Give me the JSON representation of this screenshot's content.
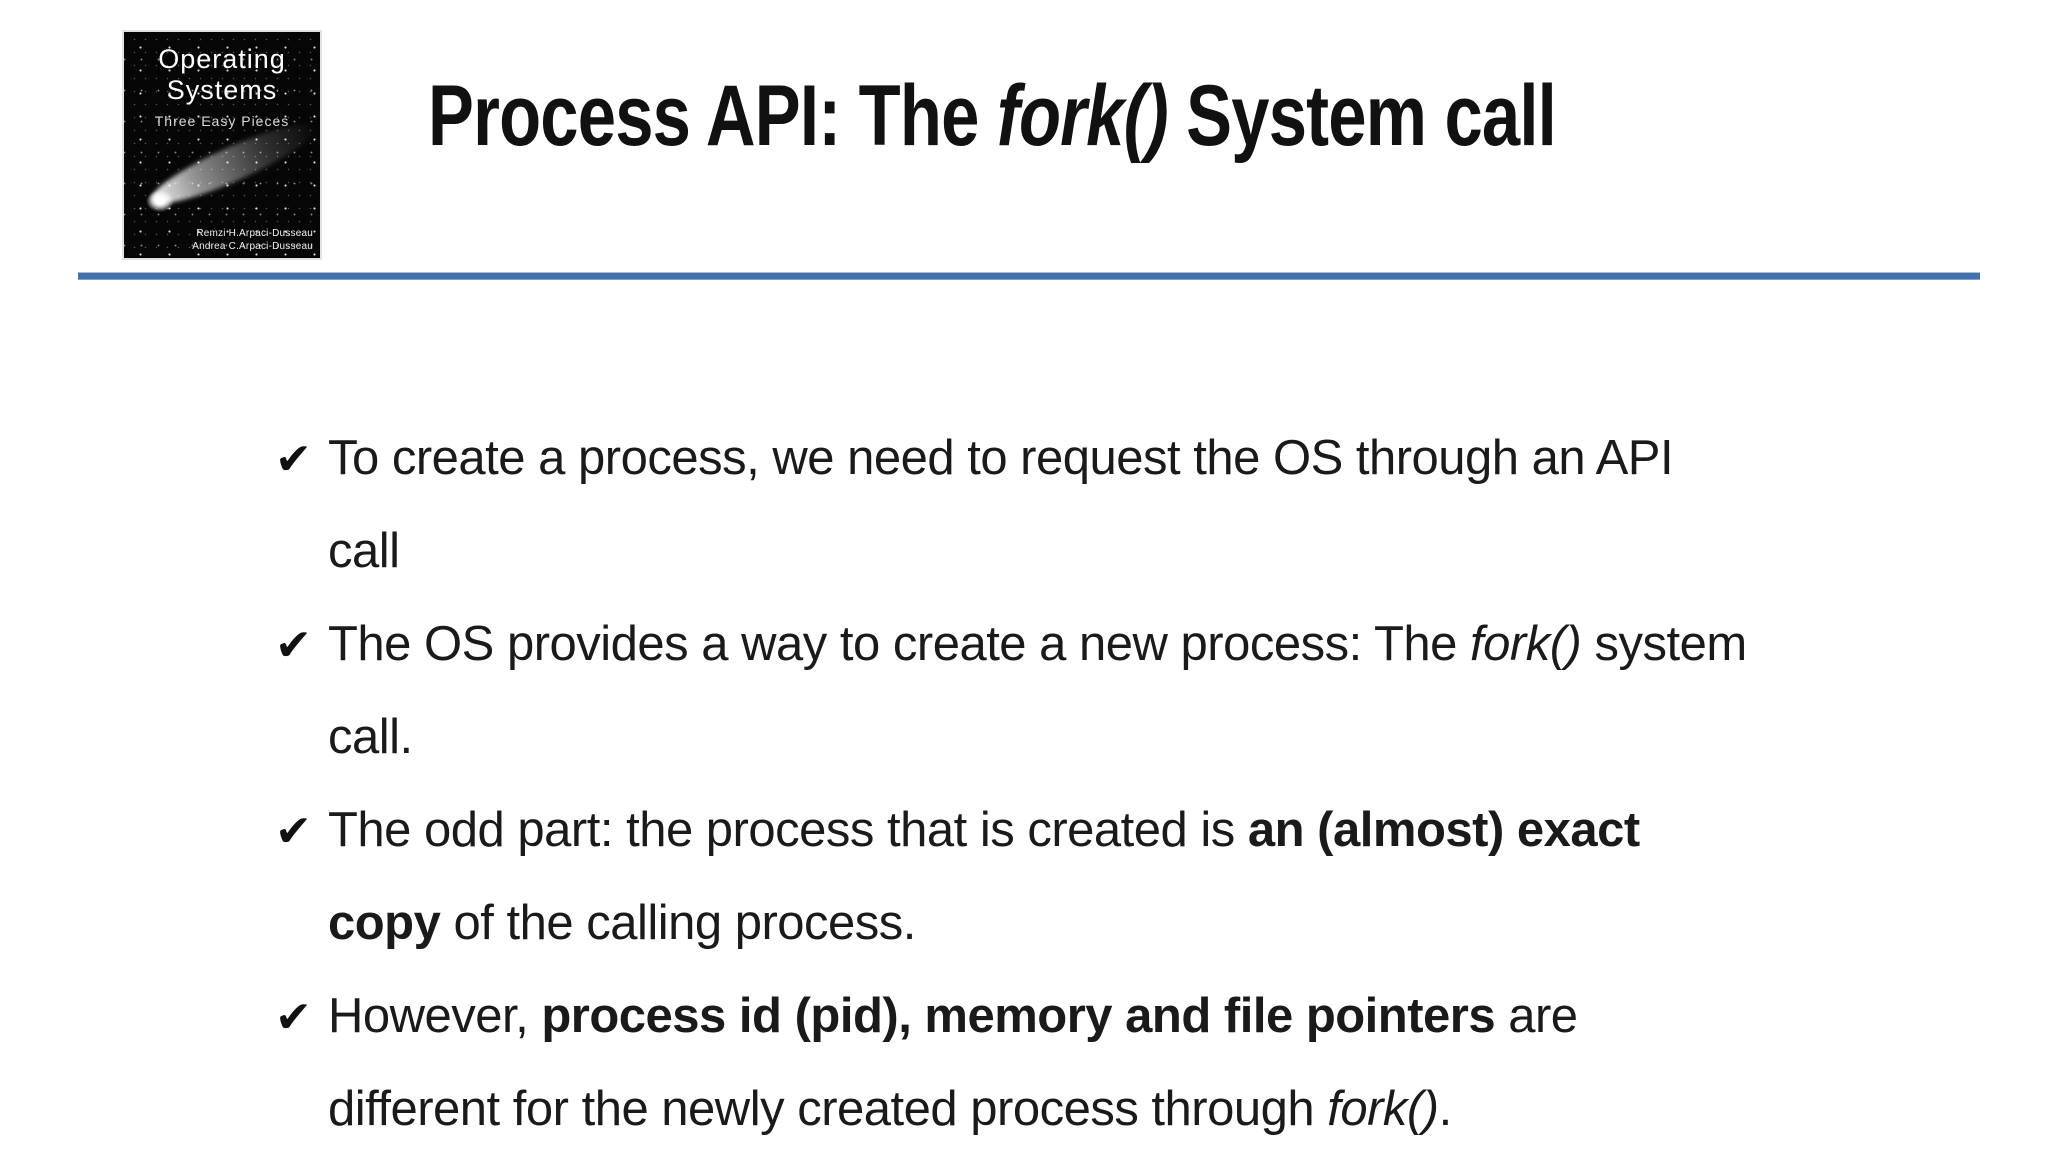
{
  "slide": {
    "title_segments": [
      {
        "t": "Process API: The "
      },
      {
        "t": "fork()",
        "i": true
      },
      {
        "t": " System call"
      }
    ],
    "divider_color": "#4470ab",
    "text_color": "#1a1a1a",
    "bullet_marker": "✔",
    "bullets": [
      {
        "lines": [
          [
            {
              "t": "To create a process, we need to request the OS through an API"
            }
          ],
          [
            {
              "t": "call"
            }
          ]
        ]
      },
      {
        "lines": [
          [
            {
              "t": "The OS provides a way to create a new process: The "
            },
            {
              "t": "fork()",
              "i": true
            },
            {
              "t": " system"
            }
          ],
          [
            {
              "t": "call."
            }
          ]
        ]
      },
      {
        "lines": [
          [
            {
              "t": "The odd part: the process that is created is "
            },
            {
              "t": "an (almost) exact",
              "b": true
            }
          ],
          [
            {
              "t": "copy",
              "b": true
            },
            {
              "t": " of the calling process."
            }
          ]
        ]
      },
      {
        "lines": [
          [
            {
              "t": "However, "
            },
            {
              "t": "process id (pid), memory and file pointers",
              "b": true
            },
            {
              "t": " are"
            }
          ],
          [
            {
              "t": "different for the newly created process through "
            },
            {
              "t": "fork()",
              "i": true
            },
            {
              "t": "."
            }
          ]
        ]
      }
    ]
  },
  "book_cover": {
    "title_line1": "Operating",
    "title_line2": "Systems",
    "subtitle": "Three Easy Pieces",
    "author_line1": "Remzi H.Arpaci-Dusseau",
    "author_line2": "Andrea C.Arpaci-Dusseau"
  }
}
